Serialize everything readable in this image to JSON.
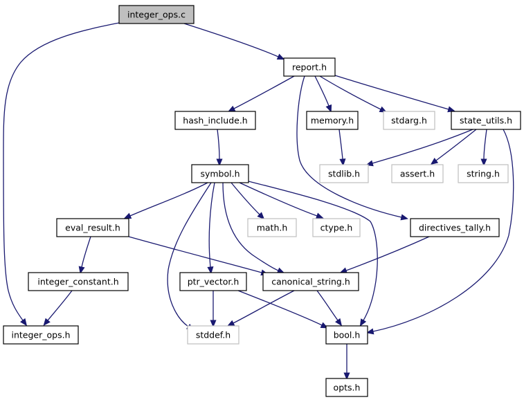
{
  "colors": {
    "edge": "#191970",
    "node_border": "#000000",
    "system_border": "#bfbfbf",
    "root_fill": "#bfbfbf",
    "node_fill": "#ffffff"
  },
  "nodes": [
    {
      "id": "integer_ops_c",
      "label": "integer_ops.c",
      "kind": "root"
    },
    {
      "id": "report_h",
      "label": "report.h",
      "kind": "project"
    },
    {
      "id": "hash_include_h",
      "label": "hash_include.h",
      "kind": "project"
    },
    {
      "id": "memory_h",
      "label": "memory.h",
      "kind": "project"
    },
    {
      "id": "stdarg_h",
      "label": "stdarg.h",
      "kind": "system"
    },
    {
      "id": "state_utils_h",
      "label": "state_utils.h",
      "kind": "project"
    },
    {
      "id": "symbol_h",
      "label": "symbol.h",
      "kind": "project"
    },
    {
      "id": "stdlib_h",
      "label": "stdlib.h",
      "kind": "system"
    },
    {
      "id": "assert_h",
      "label": "assert.h",
      "kind": "system"
    },
    {
      "id": "string_h",
      "label": "string.h",
      "kind": "system"
    },
    {
      "id": "eval_result_h",
      "label": "eval_result.h",
      "kind": "project"
    },
    {
      "id": "math_h",
      "label": "math.h",
      "kind": "system"
    },
    {
      "id": "ctype_h",
      "label": "ctype.h",
      "kind": "system"
    },
    {
      "id": "directives_tally_h",
      "label": "directives_tally.h",
      "kind": "project"
    },
    {
      "id": "integer_constant_h",
      "label": "integer_constant.h",
      "kind": "project"
    },
    {
      "id": "ptr_vector_h",
      "label": "ptr_vector.h",
      "kind": "project"
    },
    {
      "id": "canonical_string_h",
      "label": "canonical_string.h",
      "kind": "project"
    },
    {
      "id": "integer_ops_h",
      "label": "integer_ops.h",
      "kind": "project"
    },
    {
      "id": "stddef_h",
      "label": "stddef.h",
      "kind": "system"
    },
    {
      "id": "bool_h",
      "label": "bool.h",
      "kind": "project"
    },
    {
      "id": "opts_h",
      "label": "opts.h",
      "kind": "project"
    }
  ],
  "edges": [
    {
      "from": "integer_ops_c",
      "to": "report_h"
    },
    {
      "from": "integer_ops_c",
      "to": "integer_ops_h"
    },
    {
      "from": "report_h",
      "to": "hash_include_h"
    },
    {
      "from": "report_h",
      "to": "memory_h"
    },
    {
      "from": "report_h",
      "to": "stdarg_h"
    },
    {
      "from": "report_h",
      "to": "state_utils_h"
    },
    {
      "from": "report_h",
      "to": "directives_tally_h"
    },
    {
      "from": "hash_include_h",
      "to": "symbol_h"
    },
    {
      "from": "memory_h",
      "to": "stdlib_h"
    },
    {
      "from": "state_utils_h",
      "to": "stdlib_h"
    },
    {
      "from": "state_utils_h",
      "to": "assert_h"
    },
    {
      "from": "state_utils_h",
      "to": "string_h"
    },
    {
      "from": "state_utils_h",
      "to": "bool_h"
    },
    {
      "from": "symbol_h",
      "to": "eval_result_h"
    },
    {
      "from": "symbol_h",
      "to": "math_h"
    },
    {
      "from": "symbol_h",
      "to": "ctype_h"
    },
    {
      "from": "symbol_h",
      "to": "ptr_vector_h"
    },
    {
      "from": "symbol_h",
      "to": "canonical_string_h"
    },
    {
      "from": "symbol_h",
      "to": "stddef_h"
    },
    {
      "from": "symbol_h",
      "to": "bool_h"
    },
    {
      "from": "eval_result_h",
      "to": "integer_constant_h"
    },
    {
      "from": "eval_result_h",
      "to": "canonical_string_h"
    },
    {
      "from": "directives_tally_h",
      "to": "canonical_string_h"
    },
    {
      "from": "integer_constant_h",
      "to": "integer_ops_h"
    },
    {
      "from": "ptr_vector_h",
      "to": "stddef_h"
    },
    {
      "from": "ptr_vector_h",
      "to": "bool_h"
    },
    {
      "from": "canonical_string_h",
      "to": "stddef_h"
    },
    {
      "from": "canonical_string_h",
      "to": "bool_h"
    },
    {
      "from": "bool_h",
      "to": "opts_h"
    }
  ]
}
